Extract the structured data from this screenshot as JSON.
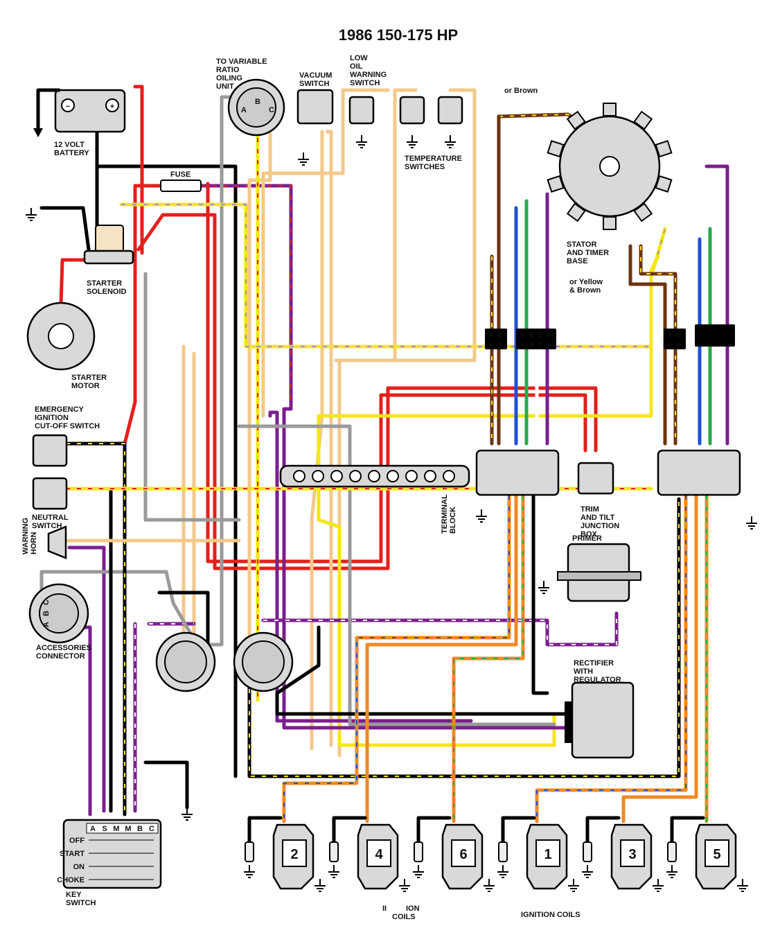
{
  "title": "1986 150-175 HP",
  "colors": {
    "red": "#e3201b",
    "purple": "#7a1f8e",
    "yellow": "#f4e61a",
    "tan": "#f1c98a",
    "gray": "#9a9a9a",
    "black": "#000000",
    "orange": "#f08a24",
    "brown": "#6b3410",
    "blue": "#1f4fd6",
    "green": "#2aa84a",
    "white": "#ffffff",
    "component": "#d9d9d9"
  },
  "labels": {
    "oil_unit": [
      "TO VARIABLE",
      "RATIO",
      "OILING",
      "UNIT"
    ],
    "vacuum": [
      "VACUUM",
      "SWITCH"
    ],
    "low_oil": [
      "LOW",
      "OIL",
      "WARNING",
      "SWITCH"
    ],
    "temp": [
      "TEMPERATURE",
      "SWITCHES"
    ],
    "or_brown": "or Brown",
    "battery": [
      "12 VOLT",
      "BATTERY"
    ],
    "fuse": "FUSE",
    "solenoid": [
      "STARTER",
      "SOLENOID"
    ],
    "starter_motor": [
      "STARTER",
      "MOTOR"
    ],
    "cutoff": [
      "EMERGENCY",
      "IGNITION",
      "CUT-OFF SWITCH"
    ],
    "neutral": [
      "NEUTRAL",
      "SWITCH"
    ],
    "horn": [
      "WARNING",
      "HORN"
    ],
    "accessories": [
      "ACCESSORIES",
      "CONNECTOR"
    ],
    "stator": [
      "STATOR",
      "AND TIMER",
      "BASE"
    ],
    "or_yellow": [
      "or Yellow",
      "& Brown"
    ],
    "terminal_block": [
      "TERMINAL",
      "BLOCK"
    ],
    "trim_box": [
      "TRIM",
      "AND TILT",
      "JUNCTION",
      "BOX"
    ],
    "primer": "PRIMER",
    "rectifier": [
      "RECTIFIER",
      "WITH",
      "REGULATOR"
    ],
    "ignition_coils": "IGNITION COILS",
    "ignition_fragment": [
      "II",
      "ION",
      "COILS"
    ],
    "key_switch": [
      "KEY",
      "SWITCH"
    ]
  },
  "key_switch": {
    "columns": [
      "A",
      "S",
      "M",
      "M",
      "B",
      "C"
    ],
    "positions": [
      "OFF",
      "START",
      "ON",
      "CHOKE"
    ]
  },
  "oil_connector_pins": [
    "A",
    "B",
    "C"
  ],
  "accessory_pins": [
    "A",
    "B",
    "C"
  ],
  "plug_letters": {
    "ab": [
      "A",
      "B"
    ],
    "abcd": [
      "A",
      "B",
      "C",
      "D"
    ]
  },
  "coils": [
    "2",
    "4",
    "6",
    "1",
    "3",
    "5"
  ]
}
